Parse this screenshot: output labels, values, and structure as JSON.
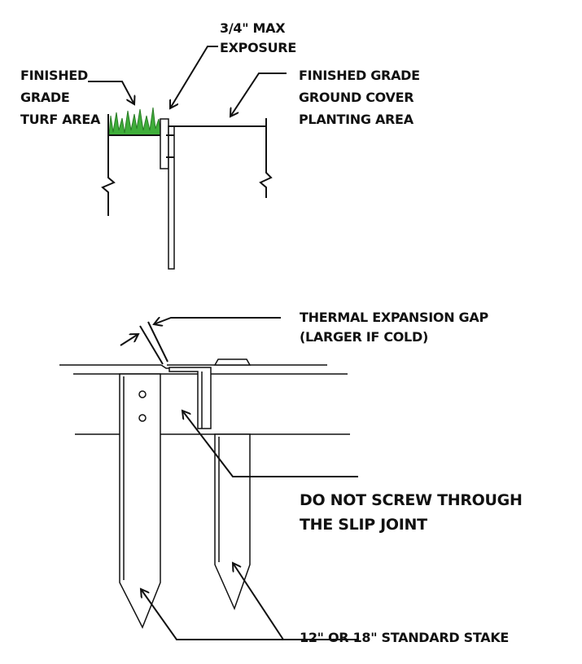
{
  "top_detail": {
    "exposure_label": [
      "3/4\" MAX",
      "EXPOSURE"
    ],
    "turf_label": [
      "FINISHED",
      "GRADE",
      "TURF AREA"
    ],
    "planting_label": [
      "FINISHED GRADE",
      "GROUND COVER",
      "PLANTING AREA"
    ],
    "turf_color": "#3fae3a"
  },
  "bottom_detail": {
    "gap_label": [
      "THERMAL EXPANSION GAP",
      "(LARGER IF COLD)"
    ],
    "slip_label": [
      "DO NOT SCREW THROUGH",
      "THE SLIP JOINT"
    ],
    "stake_label": "12\" OR 18\" STANDARD STAKE"
  }
}
